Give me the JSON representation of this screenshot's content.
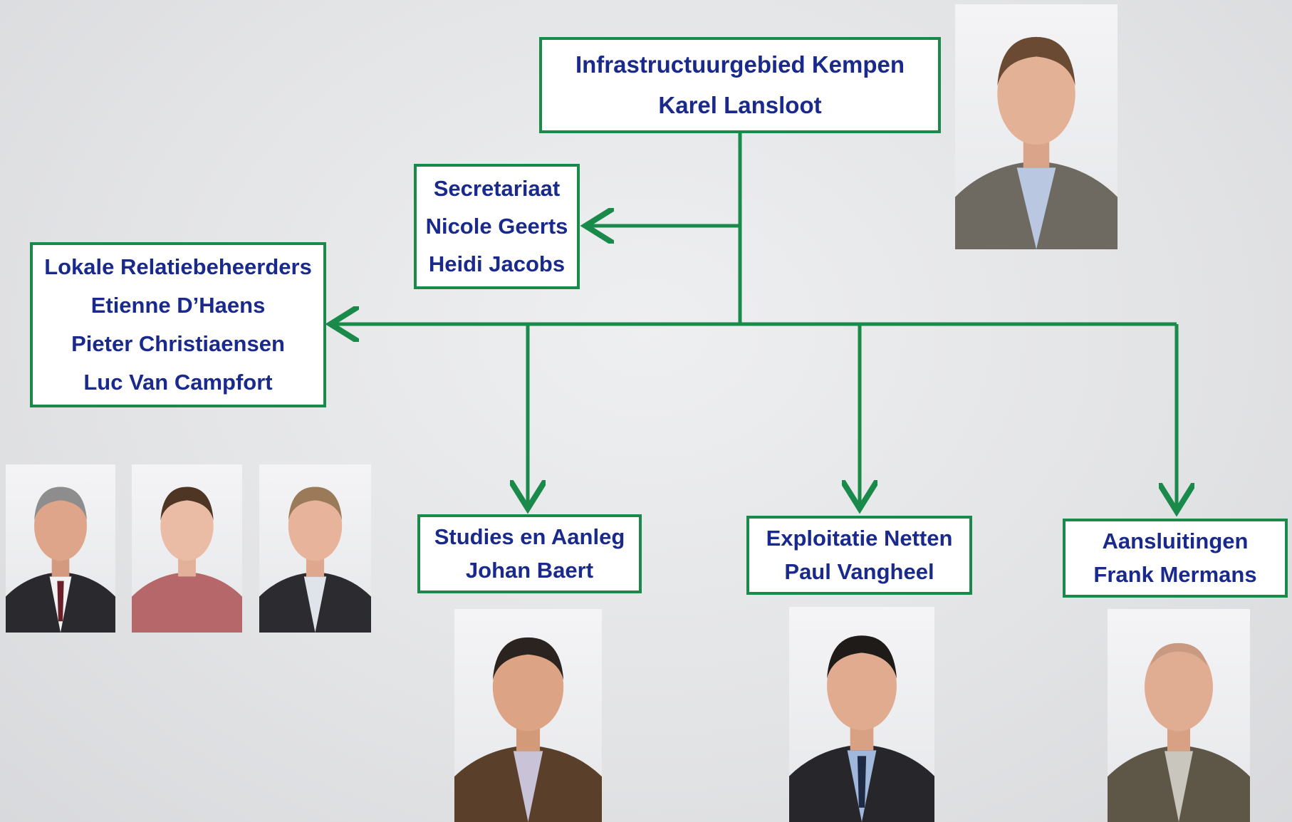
{
  "colors": {
    "border": "#1a8a4a",
    "connector": "#1a8a4a",
    "text": "#1a2a8c",
    "node_fill": "#ffffff",
    "background": "#e2e3e5"
  },
  "nodes": {
    "director": {
      "title": "Infrastructuurgebied Kempen",
      "name": "Karel Lansloot"
    },
    "secretariat": {
      "title": "Secretariaat",
      "names": [
        "Nicole Geerts",
        "Heidi Jacobs"
      ]
    },
    "relations": {
      "title": "Lokale Relatiebeheerders",
      "names": [
        "Etienne D’Haens",
        "Pieter Christiaensen",
        "Luc Van Campfort"
      ]
    },
    "studies": {
      "title": "Studies en Aanleg",
      "name": "Johan Baert"
    },
    "exploitation": {
      "title": "Exploitatie Netten",
      "name": "Paul Vangheel"
    },
    "connections": {
      "title": "Aansluitingen",
      "name": "Frank Mermans"
    }
  }
}
